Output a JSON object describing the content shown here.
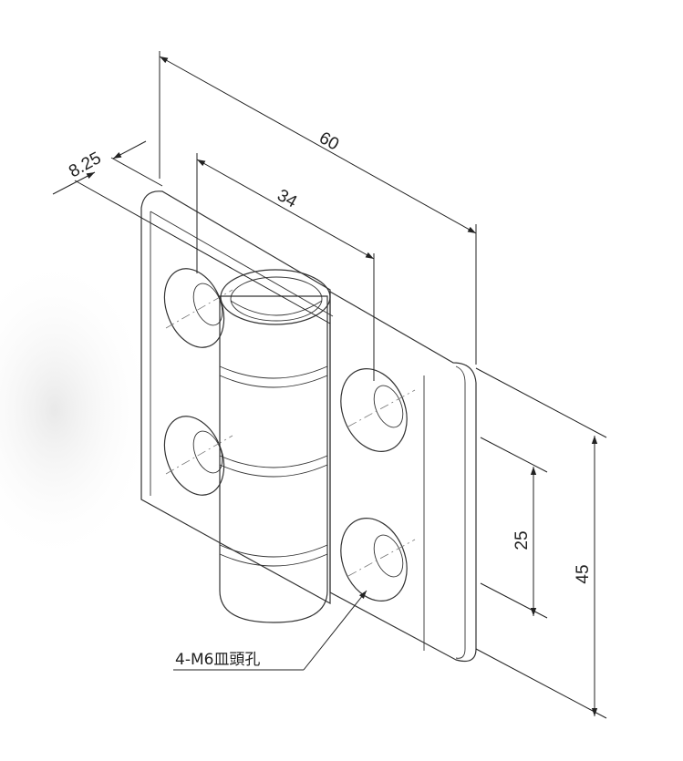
{
  "dimensions": {
    "total_width": "60",
    "hole_spacing_x": "34",
    "edge_offset": "8.25",
    "hole_spacing_y": "25",
    "total_height": "45"
  },
  "callout": {
    "label": "4-M6皿頭孔"
  }
}
